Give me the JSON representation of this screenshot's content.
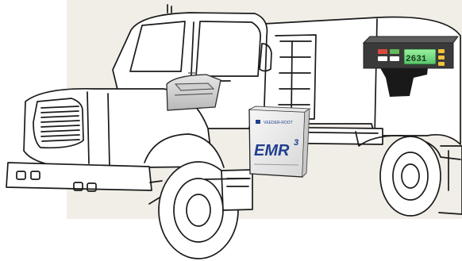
{
  "registers": {
    "display_reading": "2631"
  },
  "emr_unit": {
    "brand_text": "VEEDER-ROOT",
    "product_name": "EMR",
    "product_superscript": "3"
  },
  "colors": {
    "background": "#ffffff",
    "backdrop": "#f1eee7",
    "outline": "#1a1a1a",
    "emr_blue": "#1f3f8f",
    "lcd_green": "#7ee08a"
  }
}
